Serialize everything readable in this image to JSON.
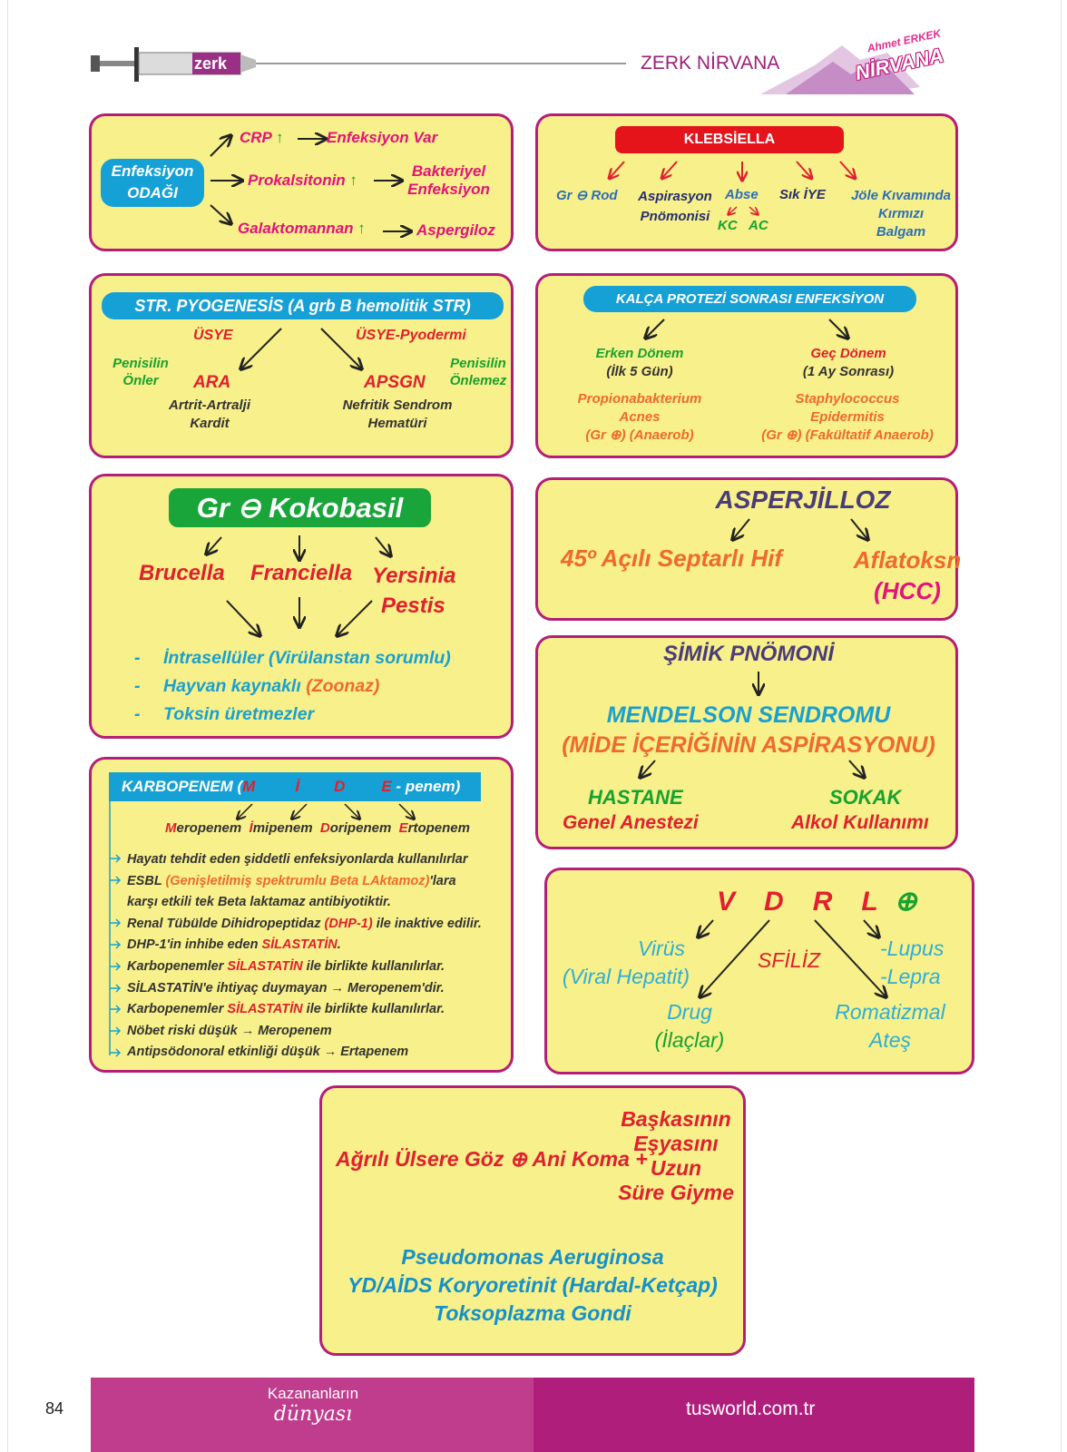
{
  "header": {
    "logo_text": "zerk",
    "brand": "ZERK NİRVANA",
    "author_logo": "Ahmet ERKEK",
    "nirvana_logo": "NİRVANA"
  },
  "enfeksiyon": {
    "source": "Enfeksiyon ODAĞI",
    "crp": "CRP",
    "crp_result": "Enfeksiyon Var",
    "prokalsitonin": "Prokalsitonin",
    "prokalsitonin_result_1": "Bakteriyel",
    "prokalsitonin_result_2": "Enfeksiyon",
    "galaktomannan": "Galaktomannan",
    "galaktomannan_result": "Aspergiloz",
    "up_arrow": "↑"
  },
  "klebsiella": {
    "title": "KLEBSİELLA",
    "item1": "Gr ⊖ Rod",
    "item2a": "Aspirasyon",
    "item2b": "Pnömonisi",
    "item3": "Abse",
    "item3_kc": "KC",
    "item3_ac": "AC",
    "item4": "Sık İYE",
    "item5a": "Jöle Kıvamında",
    "item5b": "Kırmızı",
    "item5c": "Balgam"
  },
  "str": {
    "title": "STR. PYOGENESİS (A grb B hemolitik STR)",
    "usye": "ÜSYE",
    "usye_pyo": "ÜSYE-Pyodermi",
    "pen_onler_1": "Penisilin",
    "pen_onler_2": "Önler",
    "pen_onlemez_1": "Penisilin",
    "pen_onlemez_2": "Önlemez",
    "ara": "ARA",
    "apsgn": "APSGN",
    "ara_sub1": "Artrit-Artralji",
    "ara_sub2": "Kardit",
    "apsgn_sub1": "Nefritik Sendrom",
    "apsgn_sub2": "Hematüri"
  },
  "kalca": {
    "title": "KALÇA PROTEZİ SONRASI ENFEKSİYON",
    "erken_1": "Erken Dönem",
    "erken_2": "(İlk 5 Gün)",
    "gec_1": "Geç Dönem",
    "gec_2": "(1 Ay Sonrası)",
    "erken_org_1": "Propionabakterium",
    "erken_org_2": "Acnes",
    "erken_org_3": "(Gr ⊕) (Anaerob)",
    "gec_org_1": "Staphylococcus",
    "gec_org_2": "Epidermitis",
    "gec_org_3": "(Gr ⊕) (Fakültatif Anaerob)"
  },
  "kokobasil": {
    "title": "Gr ⊖ Kokobasil",
    "brucella": "Brucella",
    "franciella": "Franciella",
    "yersinia_1": "Yersinia",
    "yersinia_2": "Pestis",
    "bullet_dash": "-",
    "bullet1": "İntrasellüler (Virülanstan sorumlu)",
    "bullet2_a": "Hayvan kaynaklı ",
    "bullet2_b": "(Zoonaz)",
    "bullet3": "Toksin üretmezler"
  },
  "asper": {
    "title": "ASPERJİLLOZ",
    "left": "45º Açılı Septarlı Hif",
    "right_1": "Aflatoksn",
    "right_2": "(HCC)"
  },
  "simik": {
    "title": "ŞİMİK PNÖMONİ",
    "mendelson_1": "MENDELSON SENDROMU",
    "mendelson_2": "(MİDE İÇERİĞİNİN ASPİRASYONU)",
    "hastane": "HASTANE",
    "sokak": "SOKAK",
    "hastane_sub": "Genel Anestezi",
    "sokak_sub": "Alkol Kullanımı"
  },
  "karbopenem": {
    "header_a": "KARBOPENEM (",
    "header_m": "M",
    "header_i": "İ",
    "header_d": "D",
    "header_e": "E",
    "header_b": " - penem)",
    "drugs": [
      {
        "first": "M",
        "rest": "eropenem"
      },
      {
        "first": "İ",
        "rest": "mipenem"
      },
      {
        "first": "D",
        "rest": "oripenem"
      },
      {
        "first": "E",
        "rest": "rtopenem"
      }
    ],
    "l1": "Hayatı tehdit eden şiddetli enfeksiyonlarda kullanılırlar",
    "l2_a": "ESBL ",
    "l2_b": "(Genişletilmiş spektrumlu Beta LAktamoz)",
    "l2_c": "'lara",
    "l2_d": "karşı etkili tek Beta laktamaz antibiyotiktir.",
    "l3_a": "Renal Tübülde Dihidropeptidaz ",
    "l3_b": "(DHP-1)",
    "l3_c": " ile inaktive edilir.",
    "l4_a": "DHP-1'in inhibe eden ",
    "l4_b": "SİLASTATİN",
    "l4_c": ".",
    "l5_a": "Karbopenemler ",
    "l5_b": "SİLASTATİN",
    "l5_c": " ile birlikte kullanılırlar.",
    "l6": "SİLASTATİN'e ihtiyaç duymayan → Meropenem'dir.",
    "l7_a": "Karbopenemler ",
    "l7_b": "SİLASTATİN",
    "l7_c": " ile birlikte kullanılırlar.",
    "l8": "Nöbet riski düşük → Meropenem",
    "l9": "Antipsödonoral etkinliği düşük → Ertapenem"
  },
  "vdrl": {
    "v": "V",
    "d": "D",
    "r": "R",
    "l": "L",
    "plus": "⊕",
    "virus_1": "Virüs",
    "virus_2": "(Viral Hepatit)",
    "sfiliz": "SFİLİZ",
    "lupus": "-Lupus",
    "lepra": "-Lepra",
    "drug_1": "Drug",
    "drug_2": "(İlaçlar)",
    "roma_1": "Romatizmal",
    "roma_2": "Ateş"
  },
  "bottom": {
    "main": "Ağrılı Ülsere Göz ⊕ Ani Koma +",
    "r1": "Başkasının",
    "r2": "Eşyasını",
    "r3": "Uzun",
    "r4": "Süre Giyme",
    "b1": "Pseudomonas Aeruginosa",
    "b2": "YD/AİDS Koryoretinit (Hardal-Ketçap)",
    "b3": "Toksoplazma Gondi"
  },
  "footer": {
    "page": "84",
    "slogan_1": "Kazananların",
    "slogan_2": "dünyası",
    "url": "tusworld.com.tr"
  },
  "colors": {
    "box_fill": "#f8f08a",
    "box_border": "#b41e78",
    "footer_left": "#c03c8c",
    "footer_right": "#b01e7c"
  }
}
